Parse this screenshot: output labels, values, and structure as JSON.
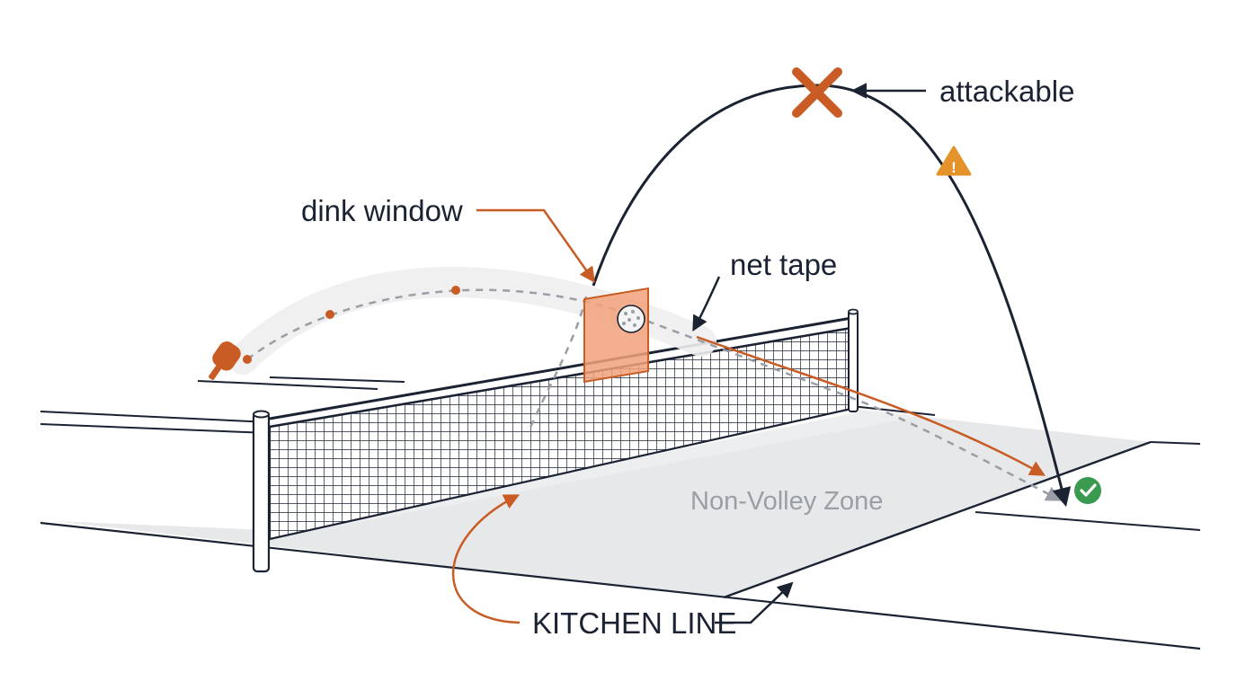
{
  "labels": {
    "attackable": "attackable",
    "dink_window": "dink window",
    "net_tape": "net tape",
    "non_volley_zone": "Non-Volley Zone",
    "kitchen_line": "KITCHEN LINE"
  },
  "icons": {
    "fault": "x-mark-icon",
    "warning": "warning-icon",
    "success": "checkmark-icon",
    "paddle": "pickleball-paddle-icon",
    "ball": "pickleball-icon"
  },
  "colors": {
    "ink": "#1b2333",
    "accent": "#c85c24",
    "window_fill": "#f2a27a",
    "warning": "#e3932a",
    "success": "#3a9a4f",
    "zone": "#e7e8ea"
  }
}
